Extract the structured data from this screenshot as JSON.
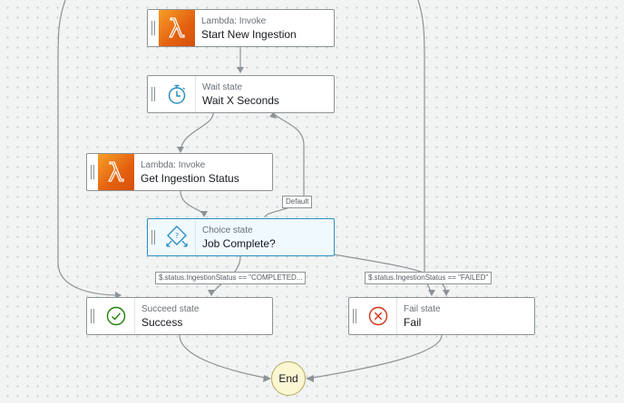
{
  "colors": {
    "lambda_orange": "#e3600e",
    "blue_icon": "#2a8fc5",
    "success_green": "#1d8102",
    "fail_red": "#d13212",
    "edge": "#8c9396"
  },
  "states": {
    "start_new_ingestion": {
      "type": "Lambda: Invoke",
      "name": "Start New Ingestion",
      "icon": "lambda-icon"
    },
    "wait_x_seconds": {
      "type": "Wait state",
      "name": "Wait X Seconds",
      "icon": "stopwatch-icon"
    },
    "get_ingestion_status": {
      "type": "Lambda: Invoke",
      "name": "Get Ingestion Status",
      "icon": "lambda-icon"
    },
    "job_complete": {
      "type": "Choice state",
      "name": "Job Complete?",
      "icon": "choice-icon"
    },
    "success": {
      "type": "Succeed state",
      "name": "Success",
      "icon": "check-circle-icon"
    },
    "fail": {
      "type": "Fail state",
      "name": "Fail",
      "icon": "x-circle-icon"
    },
    "end": {
      "name": "End"
    }
  },
  "edge_labels": {
    "default": "Default",
    "completed": "$.status.IngestionStatus == \"COMPLETED...",
    "failed": "$.status.IngestionStatus == \"FAILED\""
  }
}
